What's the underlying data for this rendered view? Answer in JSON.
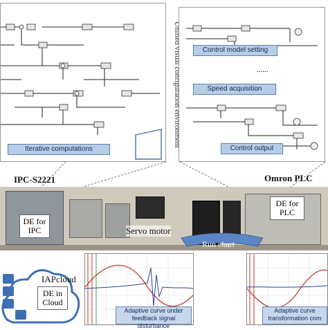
{
  "vertical_title": "Unified visual configuration environment",
  "left_panel": {
    "label": "Iterative computations"
  },
  "right_panel": {
    "label_top": "Control model setting",
    "ellipsis": "......",
    "label_mid": "Speed acquisition",
    "label_bottom": "Control output"
  },
  "hardware": {
    "ipc_title": "IPC-S2221",
    "plc_title": "Omron PLC",
    "de_ipc": "DE for IPC",
    "de_plc": "DE for PLC",
    "servo": "Servo motor"
  },
  "run_chart": "Run chart",
  "cloud": {
    "name": "IAPcloud",
    "de_cloud": "DE in Cloud"
  },
  "charts": {
    "left_caption": "Adaptive curve under feedback signal disturbance",
    "right_caption": "Adaptive curve transformation com"
  },
  "colors": {
    "label_fill": "#b7cde6",
    "cloud": "#3f6fb3",
    "arrow": "#5b86c6",
    "curve_red": "#c0392b",
    "curve_blue": "#2c3e9e"
  }
}
